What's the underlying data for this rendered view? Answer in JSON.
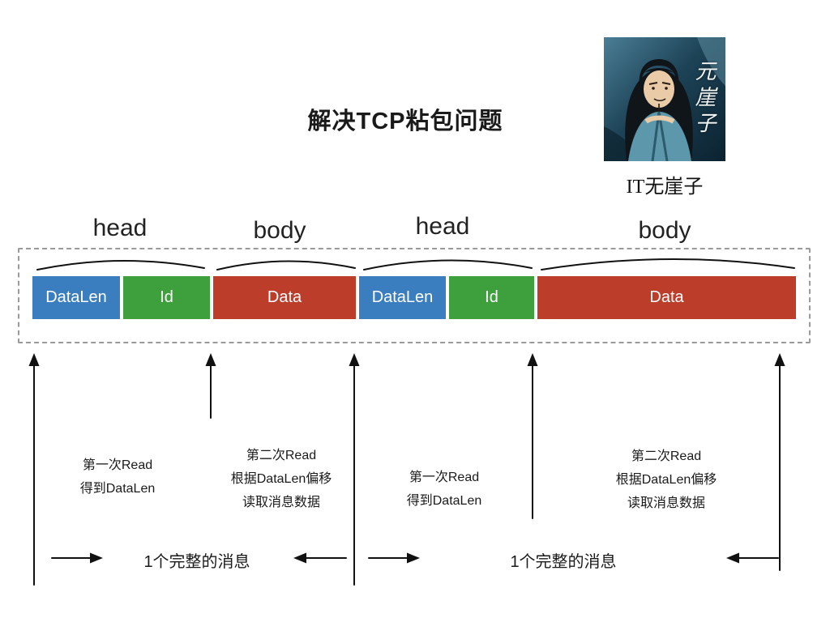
{
  "title": "解决TCP粘包问题",
  "author": {
    "caption": "IT无崖子",
    "watermark": "元崖子"
  },
  "labels": {
    "head1": "head",
    "body1": "body",
    "head2": "head",
    "body2": "body"
  },
  "segments": [
    {
      "label": "DataLen",
      "color": "#3a7ebf"
    },
    {
      "label": "Id",
      "color": "#3da03d"
    },
    {
      "label": "Data",
      "color": "#bd3d2b"
    },
    {
      "label": "DataLen",
      "color": "#3a7ebf"
    },
    {
      "label": "Id",
      "color": "#3da03d"
    },
    {
      "label": "Data",
      "color": "#bd3d2b"
    }
  ],
  "annotations": [
    {
      "text": "第一次Read\n得到DataLen"
    },
    {
      "text": "第二次Read\n根据DataLen偏移\n读取消息数据"
    },
    {
      "text": "第一次Read\n得到DataLen"
    },
    {
      "text": "第二次Read\n根据DataLen偏移\n读取消息数据"
    }
  ],
  "bottom": {
    "message1": "1个完整的消息",
    "message2": "1个完整的消息"
  },
  "colors": {
    "segment_blue": "#3a7ebf",
    "segment_green": "#3da03d",
    "segment_red": "#bd3d2b",
    "line_black": "#111111",
    "dashed_border": "#9a9a9a"
  }
}
